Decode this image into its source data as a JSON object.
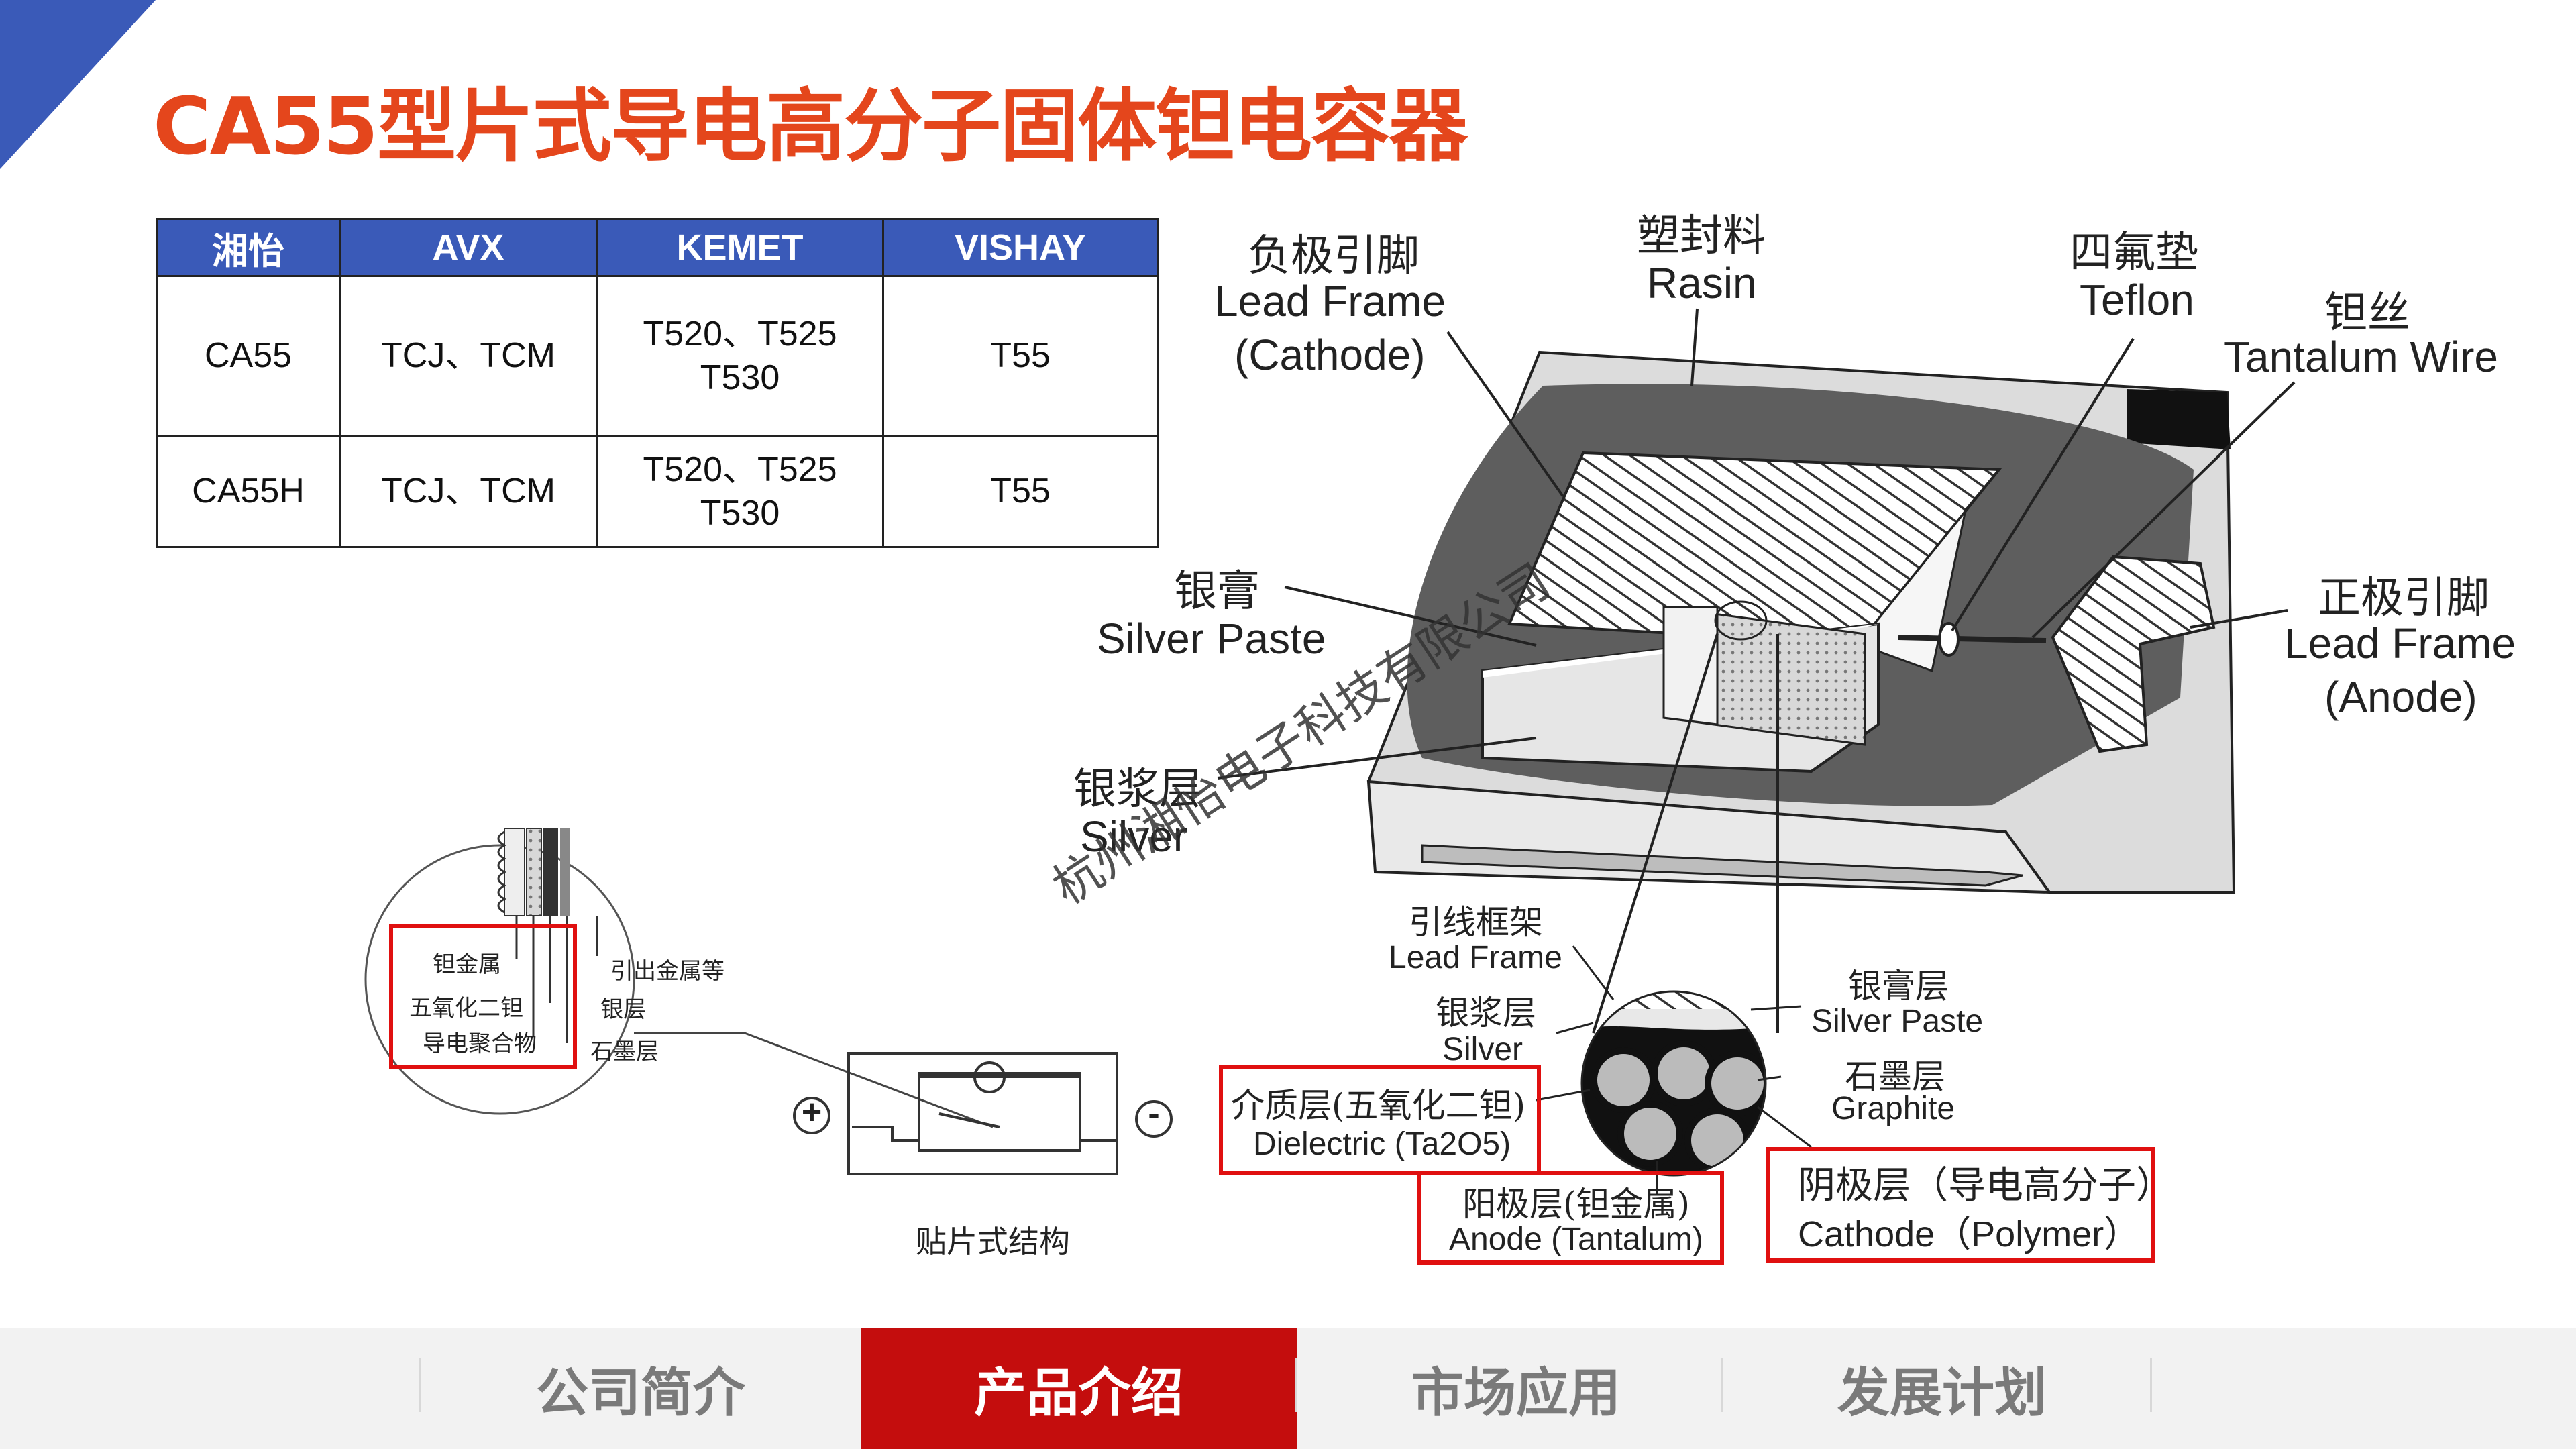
{
  "slide": {
    "title": "CA55型片式导电高分子固体钽电容器",
    "accent_color": "#e4461c",
    "corner_color": "#3a5ab8"
  },
  "table": {
    "headers": [
      "湘怡",
      "AVX",
      "KEMET",
      "VISHAY"
    ],
    "rows": [
      [
        "CA55",
        "TCJ、TCM",
        "T520、T525",
        "T530",
        "T55"
      ],
      [
        "CA55H",
        "TCJ、TCM",
        "T520、T525",
        "T530",
        "T55"
      ]
    ]
  },
  "diagram": {
    "cathode_frame_zh": "负极引脚",
    "cathode_frame_en1": "Lead Frame",
    "cathode_frame_en2": "(Cathode)",
    "resin_zh": "塑封料",
    "resin_en": "Rasin",
    "teflon_zh": "四氟垫",
    "teflon_en": "Teflon",
    "wire_zh": "钽丝",
    "wire_en": "Tantalum Wire",
    "silver_paste_zh": "银膏",
    "silver_paste_en": "Silver Paste",
    "anode_frame_zh": "正极引脚",
    "anode_frame_en1": "Lead Frame",
    "anode_frame_en2": "(Anode)",
    "silver_zh": "银浆层",
    "silver_en": "Silver",
    "detail_frame_zh": "引线框架",
    "detail_frame_en": "Lead Frame",
    "detail_silver_zh": "银浆层",
    "detail_silver_en": "Silver",
    "detail_paste_zh": "银膏层",
    "detail_paste_en": "Silver Paste",
    "graphite_zh": "石墨层",
    "graphite_en": "Graphite",
    "dielectric_zh": "介质层(五氧化二钽)",
    "dielectric_en": "Dielectric (Ta2O5)",
    "anode_zh": "阳极层(钽金属)",
    "anode_en": "Anode (Tantalum)",
    "cathode_zh": "阴极层（导电高分子）",
    "cathode_en": "Cathode（Polymer）",
    "circle_tantalum": "钽金属",
    "circle_pentoxide": "五氧化二钽",
    "circle_polymer": "导电聚合物",
    "circle_lead": "引出金属等",
    "circle_silver": "银层",
    "circle_graphite": "石墨层",
    "chip_caption": "贴片式结构",
    "plus": "+",
    "minus": "-"
  },
  "watermark": "杭州湘怡电子科技有限公司",
  "nav": {
    "items": [
      "公司简介",
      "产品介绍",
      "市场应用",
      "发展计划"
    ],
    "active": "产品介绍",
    "active_color": "#c40d0d"
  }
}
